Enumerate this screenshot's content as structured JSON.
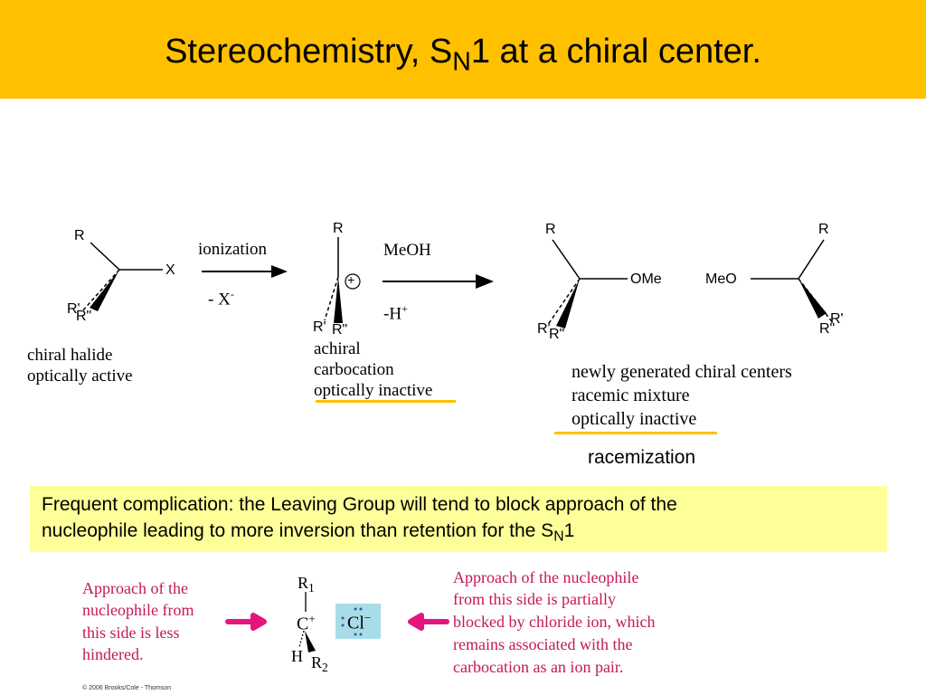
{
  "title": {
    "main": "Stereochemistry, S",
    "sub": "N",
    "rest": "1 at a chiral center."
  },
  "scheme": {
    "halide": {
      "r": "R",
      "x": "X",
      "r_prime": "R'",
      "r_dprime": "R\""
    },
    "step1": {
      "above": "ionization",
      "below": "- X",
      "below_sup": "-"
    },
    "carbocation": {
      "r": "R",
      "r_prime": "R'",
      "r_dprime": "R\"",
      "charge": "+"
    },
    "step2": {
      "above": "MeOH",
      "below": "-H",
      "below_sup": "+"
    },
    "product1": {
      "r": "R",
      "ome": "OMe",
      "r_prime": "R'",
      "r_dprime": "R\""
    },
    "product2": {
      "r": "R",
      "meo": "MeO",
      "r_prime": "R'",
      "r_dprime": "R\""
    },
    "caption_halide": [
      "chiral halide",
      "optically active"
    ],
    "caption_carbocation": [
      "achiral",
      "carbocation",
      "optically inactive"
    ],
    "caption_products": [
      "newly generated chiral centers",
      "racemic mixture",
      "optically inactive"
    ],
    "racemization": "racemization"
  },
  "note": {
    "line1": "Frequent complication: the Leaving Group will tend to block approach of the",
    "line2": "nucleophile leading to more inversion than retention for the S",
    "line2_sub": "N",
    "line2_end": "1"
  },
  "ion_pair": {
    "left_text": [
      "Approach of the",
      "nucleophile from",
      "this side is less",
      "hindered."
    ],
    "right_text": [
      "Approach of the nucleophile",
      "from this side is partially",
      "blocked by chloride ion, which",
      "remains associated with the",
      "carbocation as an ion pair."
    ],
    "r1": "R",
    "r1_sub": "1",
    "carbon": "C",
    "carbon_charge": "+",
    "h": "H",
    "r2": "R",
    "r2_sub": "2",
    "cl": "Cl",
    "cl_charge": "−",
    "colors": {
      "arrow": "#E6147E",
      "text": "#C2185B",
      "chloride_box": "#A8DDE8"
    }
  },
  "copyright": "© 2006 Brooks/Cole - Thomson"
}
